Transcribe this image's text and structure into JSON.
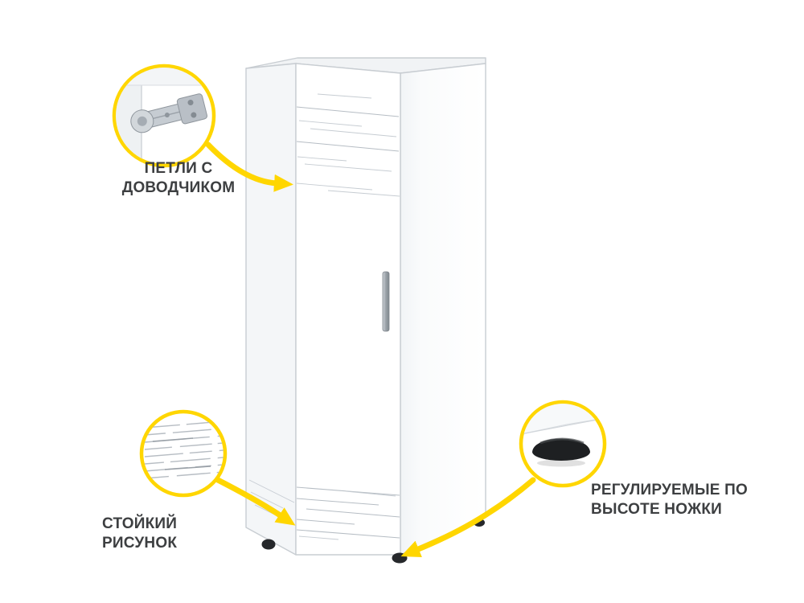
{
  "page": {
    "background": "#ffffff"
  },
  "accent_color": "#ffd600",
  "text_color": "#3d3f41",
  "product_image": {
    "description_name": "white-corner-wardrobe-photo"
  },
  "callouts": {
    "hinges": {
      "label": "ПЕТЛИ С ДОВОДЧИКОМ",
      "icon": "soft-close-hinge-photo"
    },
    "pattern": {
      "label": "СТОЙКИЙ РИСУНОК",
      "icon": "wood-grain-texture-photo"
    },
    "legs": {
      "label": "РЕГУЛИРУЕМЫЕ ПО ВЫСОТЕ НОЖКИ",
      "icon": "adjustable-foot-photo"
    }
  }
}
